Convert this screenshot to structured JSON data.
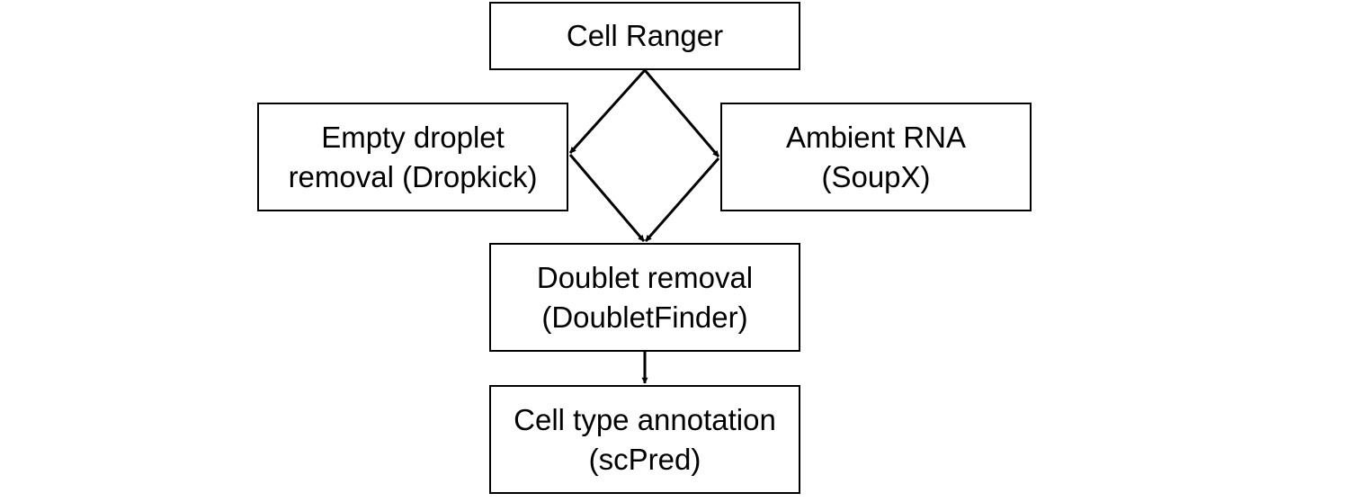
{
  "nodes": {
    "cell_ranger": {
      "line1": "Cell Ranger"
    },
    "empty_droplet": {
      "line1": "Empty droplet",
      "line2": "removal (Dropkick)"
    },
    "ambient_rna": {
      "line1": "Ambient RNA",
      "line2": "(SoupX)"
    },
    "doublet_removal": {
      "line1": "Doublet removal",
      "line2": "(DoubletFinder)"
    },
    "cell_type_annotation": {
      "line1": "Cell type annotation",
      "line2": "(scPred)"
    }
  },
  "colors": {
    "stroke": "#000000",
    "background": "#ffffff"
  }
}
